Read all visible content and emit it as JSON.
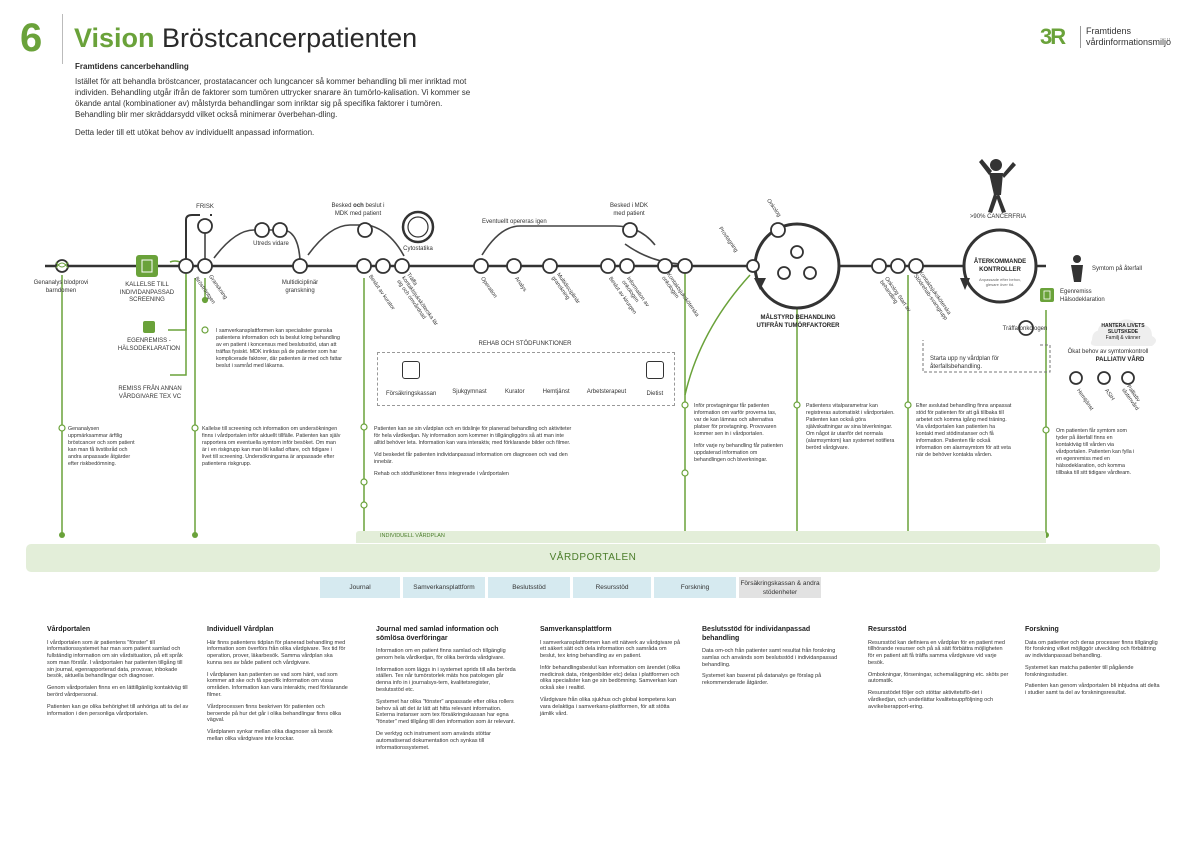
{
  "header": {
    "number": "6",
    "title_bold": "Vision",
    "title_rest": " Bröstcancerpatienten",
    "logo_mark": "3R",
    "logo_text_1": "Framtidens",
    "logo_text_2": "vårdinformationsmiljö"
  },
  "intro": {
    "heading": "Framtidens cancerbehandling",
    "p1": "Istället för att behandla bröstcancer, prostatacancer och lungcancer så kommer behandling bli mer inriktad mot individen. Behandling utgår ifrån de faktorer som tumören uttrycker snarare än tumörlo-kalisation. Vi kommer se ökande antal (kombinationer av) målstyrda behandlingar som inriktar sig på specifika faktorer i tumören. Behandling  blir mer skräddarsydd vilket också minimerar överbehan-dling.",
    "p2": "Detta leder till ett utökat behov av individuellt anpassad information."
  },
  "journey": {
    "genanalys": "Genanalys blodprovi barndomen",
    "kallelse": "KALLELSE TILL INDIVIDANPASSAD SCREENING",
    "egenremiss": "EGENREMISS - HÄLSODEKLARATION",
    "remiss": "REMISS FRÅN ANNAN VÅRDGIVARE TEX VC",
    "frisk": "FRISK",
    "utreds": "Utreds vidare",
    "granskning": "Granskning",
    "brostrontgen": "Bröströntgen",
    "mdk_granskning": "Multidiciplinär granskning",
    "besked1": "Besked och beslut i MDK med patient",
    "besked1_a": "Besked ",
    "besked1_och": "och",
    "besked1_b": " beslut i MDK med patient",
    "cytostatika": "Cytostatika",
    "beslut_kurator": "Beslut av kurator",
    "traffa_kontakt": "Träffa kontaktsjuksköterska lär sig och omvårdnad",
    "eventuellt": "Eventuellt opereras igen",
    "besked2": "Besked i MDK med patient",
    "operation": "Operation",
    "analys": "Analys",
    "multidisk2": "Multidisciplinär granskning",
    "beslut_kirurgen": "Beslut av kirurgen",
    "info_onkologen": "Information av onkologen",
    "kontakt_onkologen": "Kontaktsjuksköterska onkologen",
    "provtagning": "Provtagning",
    "onkolog": "Onkolog",
    "malstyrd": "MÅLSTYRD BEHANDLING UTIFRÅN TUMÖRFAKTORER",
    "onkolog_start": "Onkolog Start av behandling",
    "kontakt_stod": "Kontaktsjuksköterska Stödrehab-svarsgrupp",
    "cancerfria": ">90% CANCERFRIA",
    "aterkommande": "ÅTERKOMMANDE KONTROLLER",
    "aterkommande_sub": "Anpassade efter behov, glesare över tid.",
    "symtom": "Symtom på återfall",
    "egenremiss2": "Egenremiss Hälsodeklaration",
    "traffa_onkologen": "Träffa onkologen",
    "starta_upp": "Starta upp ny vårdplan för återfallsbehandling.",
    "hantera": "HANTERA LIVETS SLUTSKEDE",
    "familj": "Familj & vänner",
    "palliativ": "PALLIATIV VÅRD",
    "okat": "Ökat behov av symtomkontroll",
    "hemtjanst": "Hemtjänst",
    "ash": "ASIH",
    "pall_slut": "Palliativ slutenvård"
  },
  "rehab": {
    "title": "REHAB OCH STÖDFUNKTIONER",
    "items": [
      "Försäkringskassan",
      "Sjukgymnast",
      "Kurator",
      "Hemtjänst",
      "Arbetsterapeut",
      "Dietist"
    ]
  },
  "notes": {
    "mdk": "I samverkansplattformen kan specialister granska patientens information och ta beslut kring behandling av en patient i koncensus med beslutsstöd, utan att träffas fysiskt. MDK inriktas på de patienter som har komplicerade faktorer, där patienten är med och fattar beslut i samråd med läkarna.",
    "genanalys": "Genanalysen uppmärksammar ärftlig bröstcancer och som patient kan man få livstilsråd och andra anpassade åtgärder efter riskbedömning.",
    "kallelse": "Kallelse till screening och information om undersökningen finns i vårdportalen inför aktuellt tillfälle. Patienten kan själv rapportera om eventuella symtom inför besöket. Om man är i en riskgrupp kan man bli kallad oftare, och tidigare i livet till screening. Undersökningarna är anpassade efter patientens riskgrupp.",
    "vardplan_1": "Patienten kan se sin vårdplan och en tidslinje för planerad behandling och aktiviteter för hela vårdkedjan. Ny information som kommer in tillgängliggörs så att man inte alltid behöver leta. Information kan vara interaktiv, med förklarande bilder och filmer.",
    "vardplan_2": "Vid beskedet får patienten individanpassad information om diagnosen och vad den innebär.",
    "vardplan_3": "Rehab och stödfunktioner finns integrerade i vårdportalen",
    "prov_1": "Inför provtagningar får patienten information om varför proverna tas, var de kan lämnas och alternativa platser för provtagning. Provsvaren kommer sen in i vårdportalen.",
    "prov_2": "Inför varje ny behandling får patienten uppdaterad information om behandlingen och biverkningar.",
    "vital": "Patientens vitalparametrar kan registreras automatiskt i vårdportalen. Patienten kan också göra självskattningar av sina biverkningar. Om något är utanför det normala (alarmsymtom) kan systemet notifiera berörd vårdgivare.",
    "efter": "Efter avslutad behandling finns anpassat stöd för patienten för att gå tillbaka till arbetet och komma igång med träning. Via vårdportalen kan patienten ha kontakt med stödinstanser och få information. Patienten får också information om alarmsymtom för att veta när de behöver kontakta vården.",
    "aterfall": "Om patienten får symtom som tyder på återfall finns en kontaktväg till vården via vårdportalen. Patienten kan fylla i en egenremiss med en hälsodeklaration, och komma tillbaka till sitt tidigare vårdteam."
  },
  "portal": {
    "individuell": "INDIVIDUELL VÅRDPLAN",
    "title": "VÅRDPORTALEN",
    "tabs": [
      "Journal",
      "Samverkansplattform",
      "Beslutsstöd",
      "Resursstöd",
      "Forskning"
    ],
    "tab_gray": "Försäkringskassan & andra stödenheter"
  },
  "columns": [
    {
      "title": "Vårdportalen",
      "p": [
        "I vårdportalen som är patientens \"fönster\" till informationssystemet har man som patient samlad och fullständig information om sin vårdsituation, på ett språk som man förstår. I vårdportalen har patienten tillgång till sin journal, egenrapporterad data, provsvar, inbokade besök, aktuella behandlingar och diagnoser.",
        "Genom vårdportalen finns en en lättillgänlig kontaktväg till berörd vårdpersonal.",
        "Patienten kan ge olika behörighet till anhöriga att ta del av information i den personliga vårdportalen."
      ]
    },
    {
      "title": "Individuell Vårdplan",
      "p": [
        "Här finns patientens tidplan för planerad behandling med information som överförs från olika vårdgivare. Tex tid för operation, prover, läkarbesök. Samma vårdplan ska kunna ses av både patient och vårdgivare.",
        "I vårdplanen kan patienten se vad som hänt, vad som kommer att ske och få specifik information om vissa områden. Information kan vara interaktiv, med förklarande filmer.",
        "Vårdprocessen finns beskriven för patienten och beroende på hur det går i olika behandlingar finns olika vägval.",
        "Vårdplanen synkar mellan olika diagnoser så besök mellan olika vårdgivare inte krockar."
      ]
    },
    {
      "title": "Journal med samlad information och sömlösa överföringar",
      "p": [
        "Information om en patient finns samlad och tillgänglig genom hela vårdkedjan, för olika berörda vårdgivare.",
        "Information som läggs in i systemet sprids till alla berörda ställen. Tex når tumörstorlek mäts hos patologen går denna info in i journalsys-tem, kvalitetsregister, beslutsstöd etc.",
        "Systemet har olika \"fönster\" anpassade efter olika rollers behov så att det är lätt att hitta relevant information.  Externa instanser som tex försäkringskassan har egna \"fönster\" med tillgång till den information som är relevant.",
        "De verktyg och instrument som används stöttar automatiserad dokumentation och synkas till informationssystemet."
      ]
    },
    {
      "title": "Samverkansplattform",
      "p": [
        "I samverkansplattformen kan ett nätverk av vårdgivare på ett säkert sätt och dela information och samråda om beslut, tex kring behandling av en patient.",
        "Inför behandlingsbeslut kan information om ärendet (olika medicinsk data, röntgenbilder etc) delas i plattformen och olika specialister kan ge sin bedömning. Samverkan kan också ske i realtid.",
        "Vårdgivare från olika sjukhus och global kompetens kan vara delaktiga i samverkans-plattformen, för att stötta jämlik vård."
      ]
    },
    {
      "title": "Beslutsstöd för individanpassad behandling",
      "p": [
        "Data om-och från patienter samt resultat från forskning samlas och används som beslutsstöd i individanpassad behandling.",
        "Systemet kan baserat på datanalys ge förslag på rekommenderade åtgärder."
      ]
    },
    {
      "title": "Resursstöd",
      "p": [
        "Resursstöd kan definiera en vårdplan för en patient med tillhörande resurser och på så sätt förbättra möjligheten för en patient att få träffa samma vårdgivare vid varje besök.",
        "Ombokningar, förseningar, schemaläggning etc. sköts per automatik.",
        "Resursstödet följer och stöttar aktivitetsflö-det i vårdkedjan, och underlättar kvalitetsuppföljning och avvikelserapport-ering."
      ]
    },
    {
      "title": "Forskning",
      "p": [
        "Data om patienter och deras processer finns tillgänglig för forskning vilket möjliggör utveckling och förbättring av individanpassad behandling.",
        "Systemet kan matcha patienter till pågående forskningsstudier.",
        "Patienten kan genom vårdportalen bli inbjudna att delta i studier samt ta del av forskningsresultat."
      ]
    }
  ],
  "colors": {
    "green": "#6aa23a",
    "light_green": "#e3eed9",
    "tab_blue": "#d6eaf0",
    "tab_gray": "#e2e2e2",
    "dark": "#2a2a2a"
  }
}
